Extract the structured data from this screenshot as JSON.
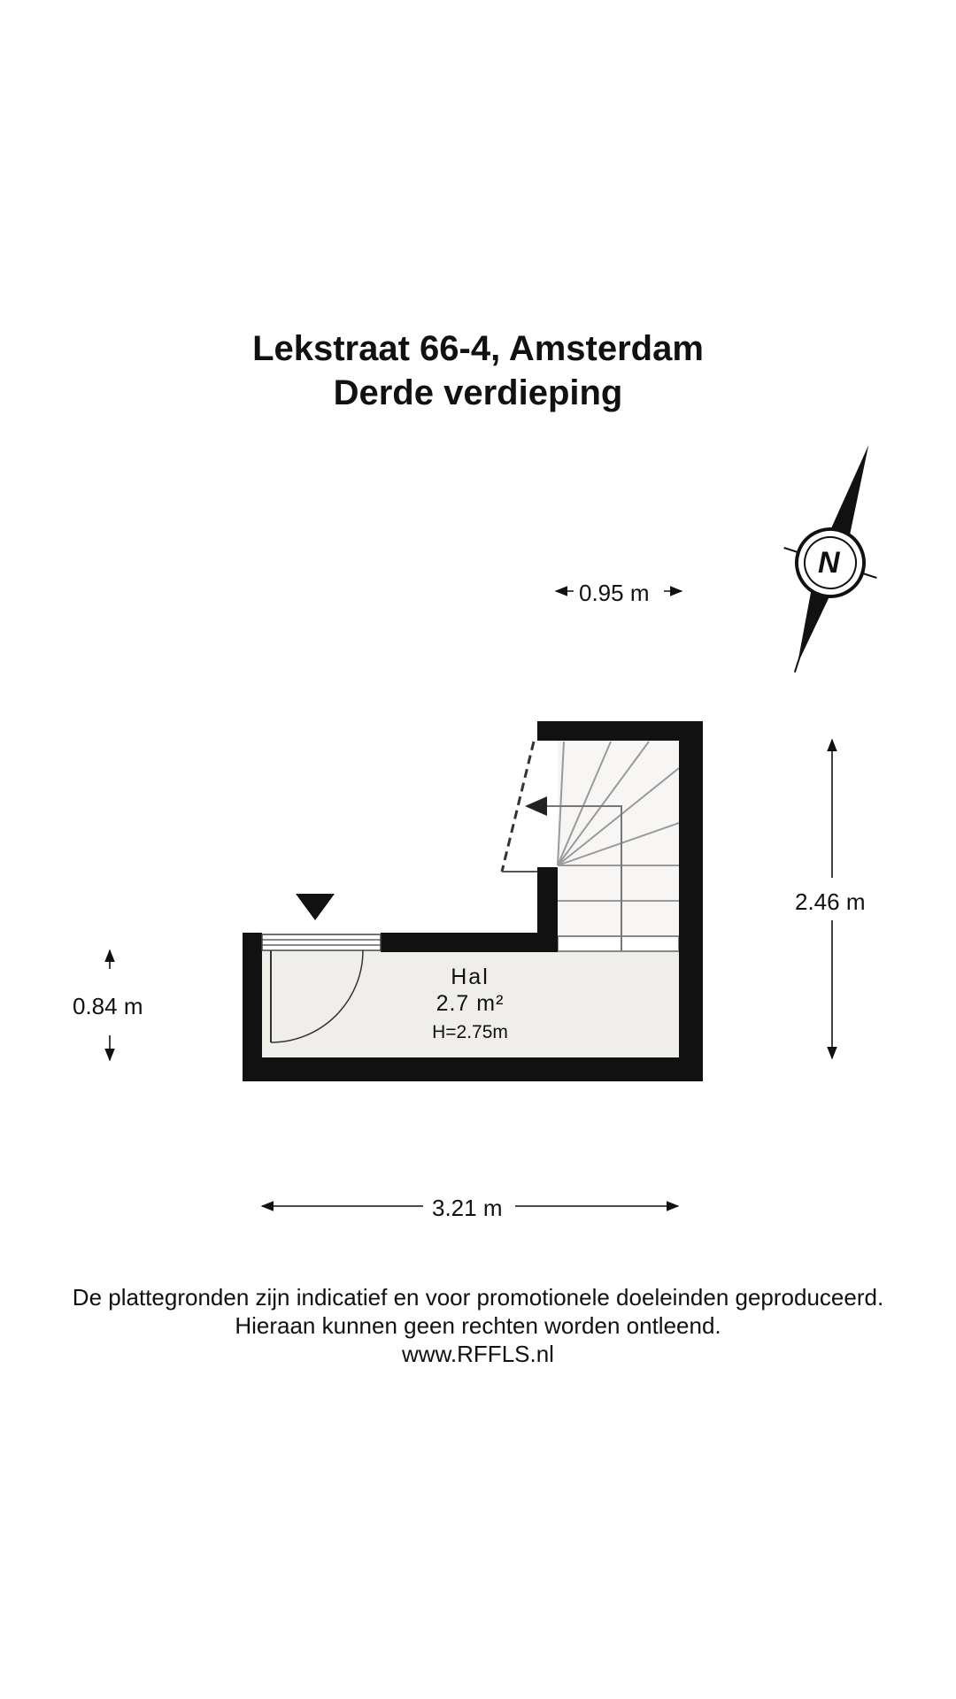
{
  "header": {
    "address": "Lekstraat 66-4, Amsterdam",
    "floor": "Derde verdieping"
  },
  "room": {
    "name": "Hal",
    "area": "2.7 m²",
    "height": "H=2.75m"
  },
  "dimensions": {
    "top_width": "0.95 m",
    "left_height": "0.84 m",
    "right_height": "2.46 m",
    "bottom_width": "3.21 m"
  },
  "compass": {
    "label": "N",
    "icon": "north-arrow-icon"
  },
  "footer": {
    "line1": "De plattegronden zijn indicatief en voor promotionele doeleinden geproduceerd.",
    "line2": "Hieraan kunnen geen rechten worden ontleend.",
    "line3": "www.RFFLS.nl"
  },
  "colors": {
    "wall": "#111111",
    "floor": "#efeeeb",
    "stair_line": "#9a9a9a"
  }
}
